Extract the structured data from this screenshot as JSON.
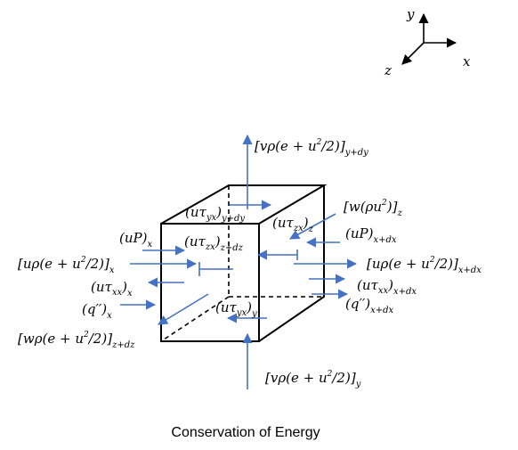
{
  "axes": {
    "y": "y",
    "x": "x",
    "z": "z"
  },
  "caption": "Conservation of Energy",
  "colors": {
    "arrow": "#4472C4",
    "cube": "#000000"
  },
  "labels": {
    "vrho_top": {
      "main": "[vρ(e + u",
      "sup": "2",
      "rest": "/2)]",
      "sub": "y+dy"
    },
    "w_rho_u2": {
      "main": "[w(ρu",
      "sup": "2",
      "rest": ")]",
      "sub": "z"
    },
    "u_tau_yx_top": {
      "main": "(uτ",
      "sub1": "yx",
      "rest": ")",
      "sub": "y+dy"
    },
    "u_tau_zx_back": {
      "main": "(uτ",
      "sub1": "zx",
      "rest": ")",
      "sub": "z"
    },
    "uP_left": {
      "main": "(uP)",
      "sub": "x"
    },
    "u_tau_zx_front": {
      "main": "(uτ",
      "sub1": "zx",
      "rest": ")",
      "sub": "z+dz"
    },
    "uP_right": {
      "main": "(uP)",
      "sub": "x+dx"
    },
    "urho_left": {
      "main": "[uρ(e + u",
      "sup": "2",
      "rest": "/2)]",
      "sub": "x"
    },
    "urho_right": {
      "main": "[uρ(e + u",
      "sup": "2",
      "rest": "/2)]",
      "sub": "x+dx"
    },
    "u_tau_xx_left": {
      "main": "(uτ",
      "sub1": "xx",
      "rest": ")",
      "sub": "x"
    },
    "u_tau_xx_right": {
      "main": "(uτ",
      "sub1": "xx",
      "rest": ")",
      "sub": "x+dx"
    },
    "q_left": {
      "main": "(q′′)",
      "sub": "x"
    },
    "q_right": {
      "main": "(q′′)",
      "sub": "x+dx"
    },
    "u_tau_yx_bottom": {
      "main": "(uτ",
      "sub1": "yx",
      "rest": ")",
      "sub": "y"
    },
    "wrho": {
      "main": "[wρ(e + u",
      "sup": "2",
      "rest": "/2)]",
      "sub": "z+dz"
    },
    "vrho_bottom": {
      "main": "[vρ(e + u",
      "sup": "2",
      "rest": "/2)]",
      "sub": "y"
    }
  }
}
